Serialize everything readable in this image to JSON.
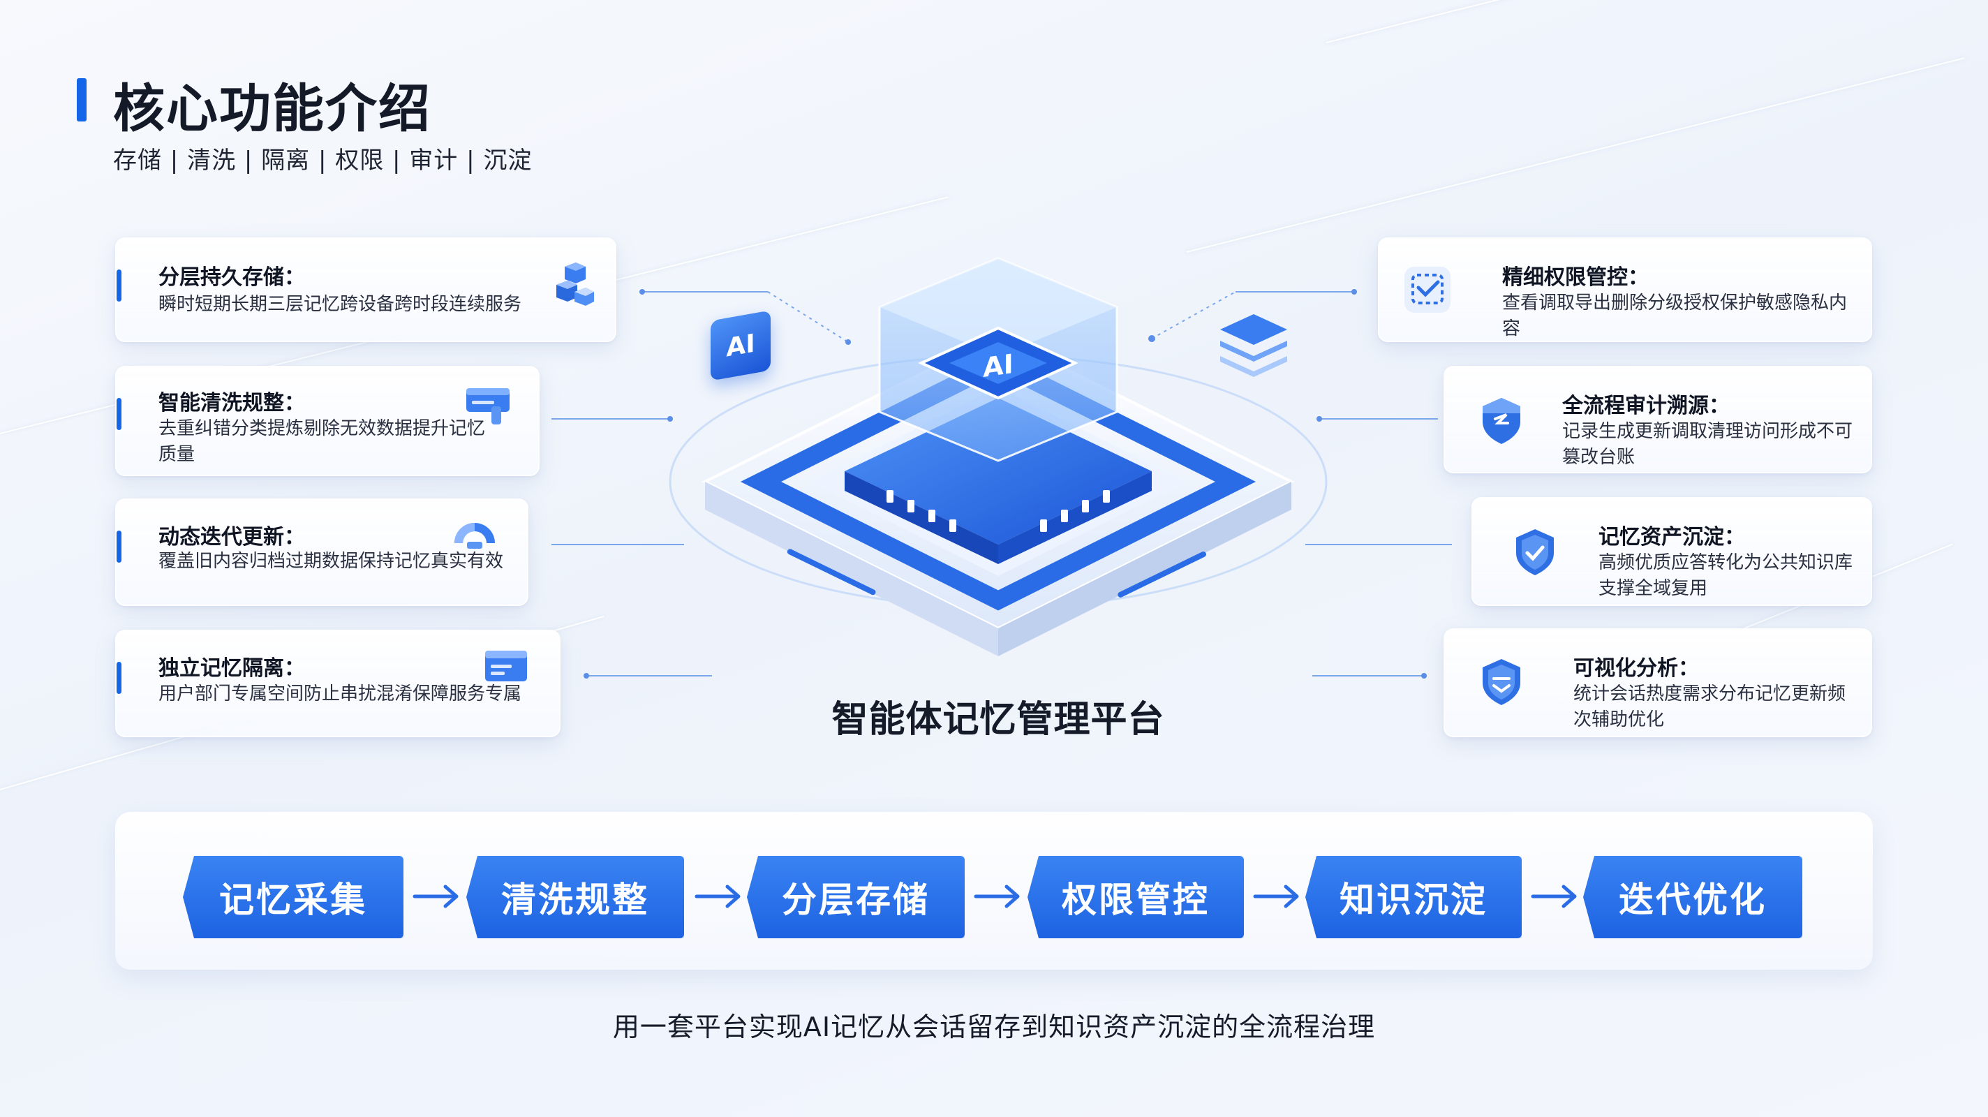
{
  "header": {
    "title": "核心功能介绍",
    "subtitle": "存储 | 清洗 | 隔离 | 权限 | 审计 | 沉淀"
  },
  "left_cards": [
    {
      "title": "分层持久存储：",
      "desc": "瞬时短期长期三层记忆跨设备跨时段连续服务",
      "icon": "stacked-cubes-icon"
    },
    {
      "title": "智能清洗规整：",
      "desc": "去重纠错分类提炼剔除无效数据提升记忆质量",
      "icon": "card-tool-icon"
    },
    {
      "title": "动态迭代更新：",
      "desc": "覆盖旧内容归档过期数据保持记忆真实有效",
      "icon": "refresh-arc-icon"
    },
    {
      "title": "独立记忆隔离：",
      "desc": "用户部门专属空间防止串扰混淆保障服务专属",
      "icon": "id-card-icon"
    }
  ],
  "right_cards": [
    {
      "title": "精细权限管控：",
      "desc": "查看调取导出删除分级授权保护敏感隐私内容",
      "icon": "permission-box-icon"
    },
    {
      "title": "全流程审计溯源：",
      "desc": "记录生成更新调取清理访问形成不可篡改台账",
      "icon": "audit-shield-icon"
    },
    {
      "title": "记忆资产沉淀：",
      "desc": "高频优质应答转化为公共知识库支撑全域复用",
      "icon": "check-shield-icon"
    },
    {
      "title": "可视化分析：",
      "desc": "统计会话热度需求分布记忆更新频次辅助优化",
      "icon": "chart-shield-icon"
    }
  ],
  "platform": {
    "label": "智能体记忆管理平台",
    "chip_text": "AI",
    "badge_text": "AI"
  },
  "flow": {
    "steps": [
      "记忆采集",
      "清洗规整",
      "分层存储",
      "权限管控",
      "知识沉淀",
      "迭代优化"
    ]
  },
  "footer": {
    "text": "用一套平台实现AI记忆从会话留存到知识资产沉淀的全流程治理"
  },
  "colors": {
    "accent": "#1565e8",
    "step_fill": "#1d63e2",
    "chip_dark": "#1a55d6"
  }
}
